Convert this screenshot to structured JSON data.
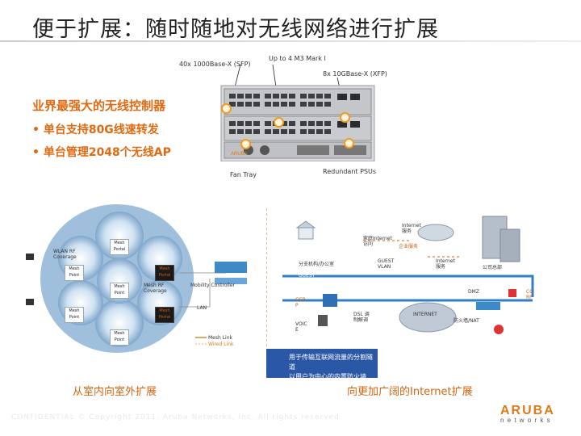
{
  "slide": {
    "title": "便于扩展：随时随地对无线网络进行扩展",
    "footer_text": "CONFIDENTIAL © Copyright 2011. Aruba Networks, Inc. All rights reserved"
  },
  "hardware": {
    "label_sfp": "40x 1000Base-X (SFP)",
    "label_m3": "Up to 4 M3 Mark I",
    "label_xfp": "8x 10GBase-X (XFP)",
    "label_fan": "Fan Tray",
    "label_psu": "Redundant PSUs"
  },
  "features": {
    "heading": "业界最强大的无线控制器",
    "bullet1": "• 单台支持80G线速转发",
    "bullet2": "• 单台管理2048个无线AP"
  },
  "mesh": {
    "wlan_rf": "WLAN RF Coverage",
    "mesh_rf": "Mesh RF Coverage",
    "portal": "Mesh Portal",
    "point": "Mesh Point",
    "controller": "Mobility Controller",
    "lan": "LAN",
    "mesh_link": "Mesh Link",
    "wired_link": "Wired Link"
  },
  "network": {
    "internet_top": "Internet 服务",
    "home_internet": "家庭Internet 访问",
    "enterprise_net": "企业服务",
    "branch_office": "分支机构/办公室",
    "guest_vlan": "GUEST VLAN",
    "internet_access": "Internet 服务",
    "hq": "公司总部",
    "guest": "GUEST",
    "dmz": "DMZ",
    "ccr": "CCR P",
    "voice": "VOIC E",
    "dsl": "DSL 调制解调",
    "internet": "INTERNET",
    "firewall_nat": "防火墙/NAT",
    "core_ip": "CO RP",
    "firewall": "防火",
    "split_tunnel_1": "用于传输互联网流量的分割隧道",
    "split_tunnel_2": "以用户为中心的内置防火墙"
  },
  "captions": {
    "left": "从室内向室外扩展",
    "right": "向更加广阔的Internet扩展"
  },
  "logo": {
    "brand": "ARUBA",
    "sub": "n e t w o r k s"
  },
  "colors": {
    "accent_orange": "#e06a12",
    "callout_orange": "#f39a1f",
    "box_blue": "#2b58a6"
  }
}
